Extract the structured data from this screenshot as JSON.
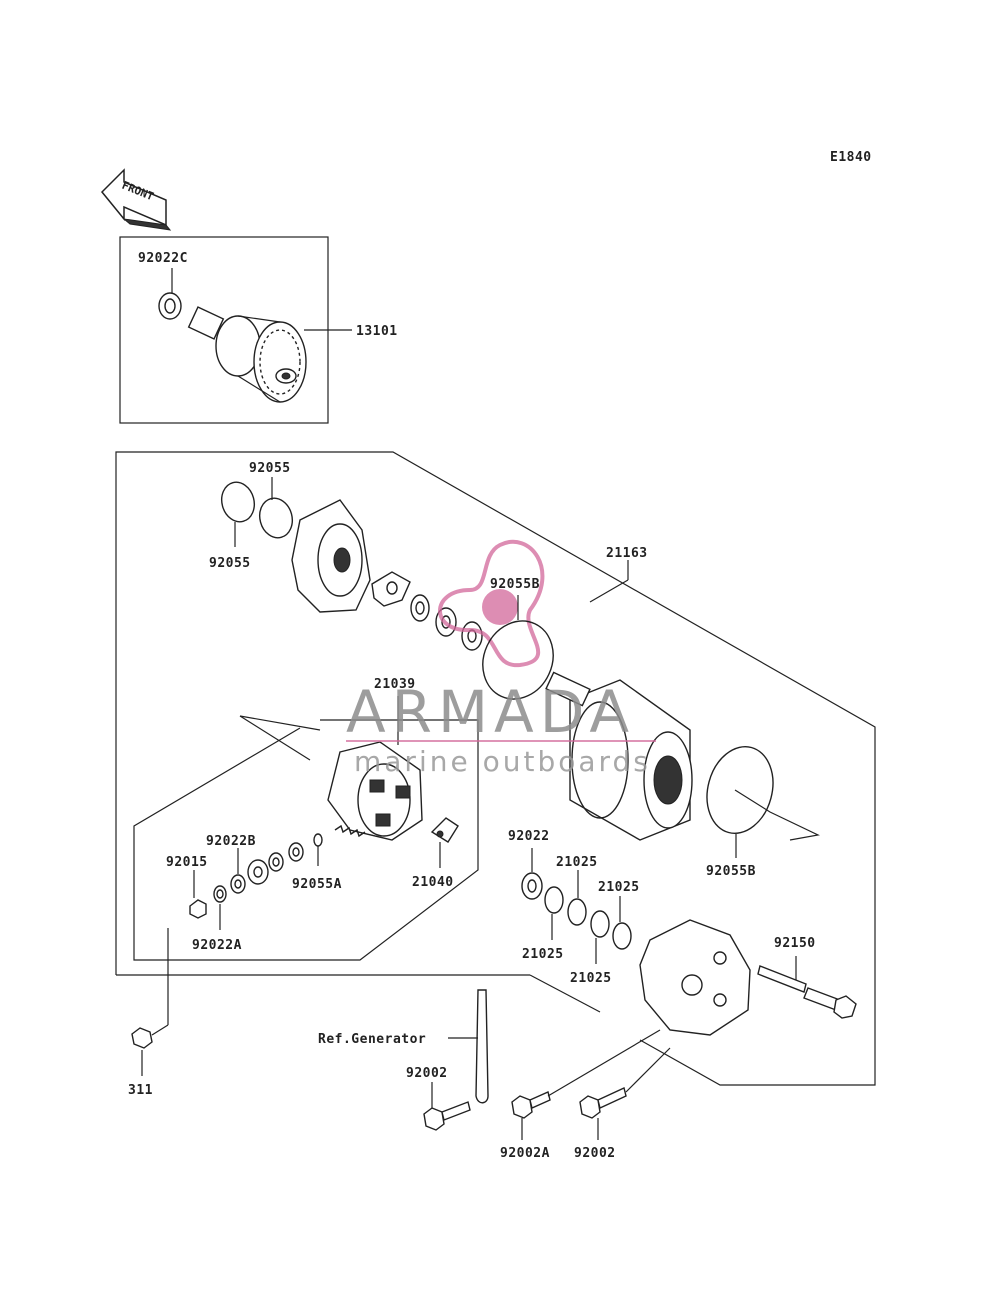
{
  "diagram_code": "E1840",
  "front_label": "FRONT",
  "watermark": {
    "brand": "ARMADA",
    "tagline": "marine outboards",
    "logo_color": "#d2679a"
  },
  "labels": {
    "p92022C": "92022C",
    "p13101": "13101",
    "p92055_top": "92055",
    "p92055_bottom": "92055",
    "p21163": "21163",
    "p92055B_top": "92055B",
    "p21039": "21039",
    "p92022B": "92022B",
    "p92015": "92015",
    "p92055A": "92055A",
    "p21040": "21040",
    "p92022A": "92022A",
    "p92022": "92022",
    "p21025_a": "21025",
    "p21025_b": "21025",
    "p21025_c": "21025",
    "p21025_d": "21025",
    "p92055B_bottom": "92055B",
    "p92150": "92150",
    "ref_generator": "Ref.Generator",
    "p311": "311",
    "p92002_left": "92002",
    "p92002A": "92002A",
    "p92002_right": "92002"
  }
}
